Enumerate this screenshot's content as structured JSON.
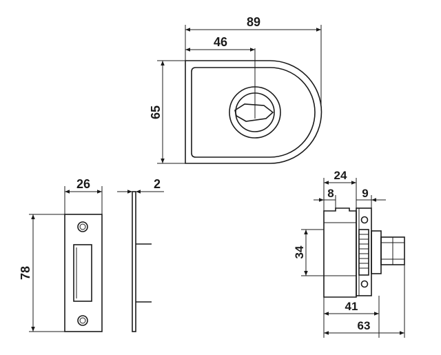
{
  "dimensions": {
    "front_width": "89",
    "front_center_offset": "46",
    "front_height": "65",
    "plate_width": "26",
    "plate_thickness": "2",
    "plate_height": "78",
    "side_total_top": "24",
    "side_left_step": "8",
    "side_right_step": "9",
    "side_body_height": "34",
    "side_body_width": "41",
    "side_overall_width": "63"
  }
}
